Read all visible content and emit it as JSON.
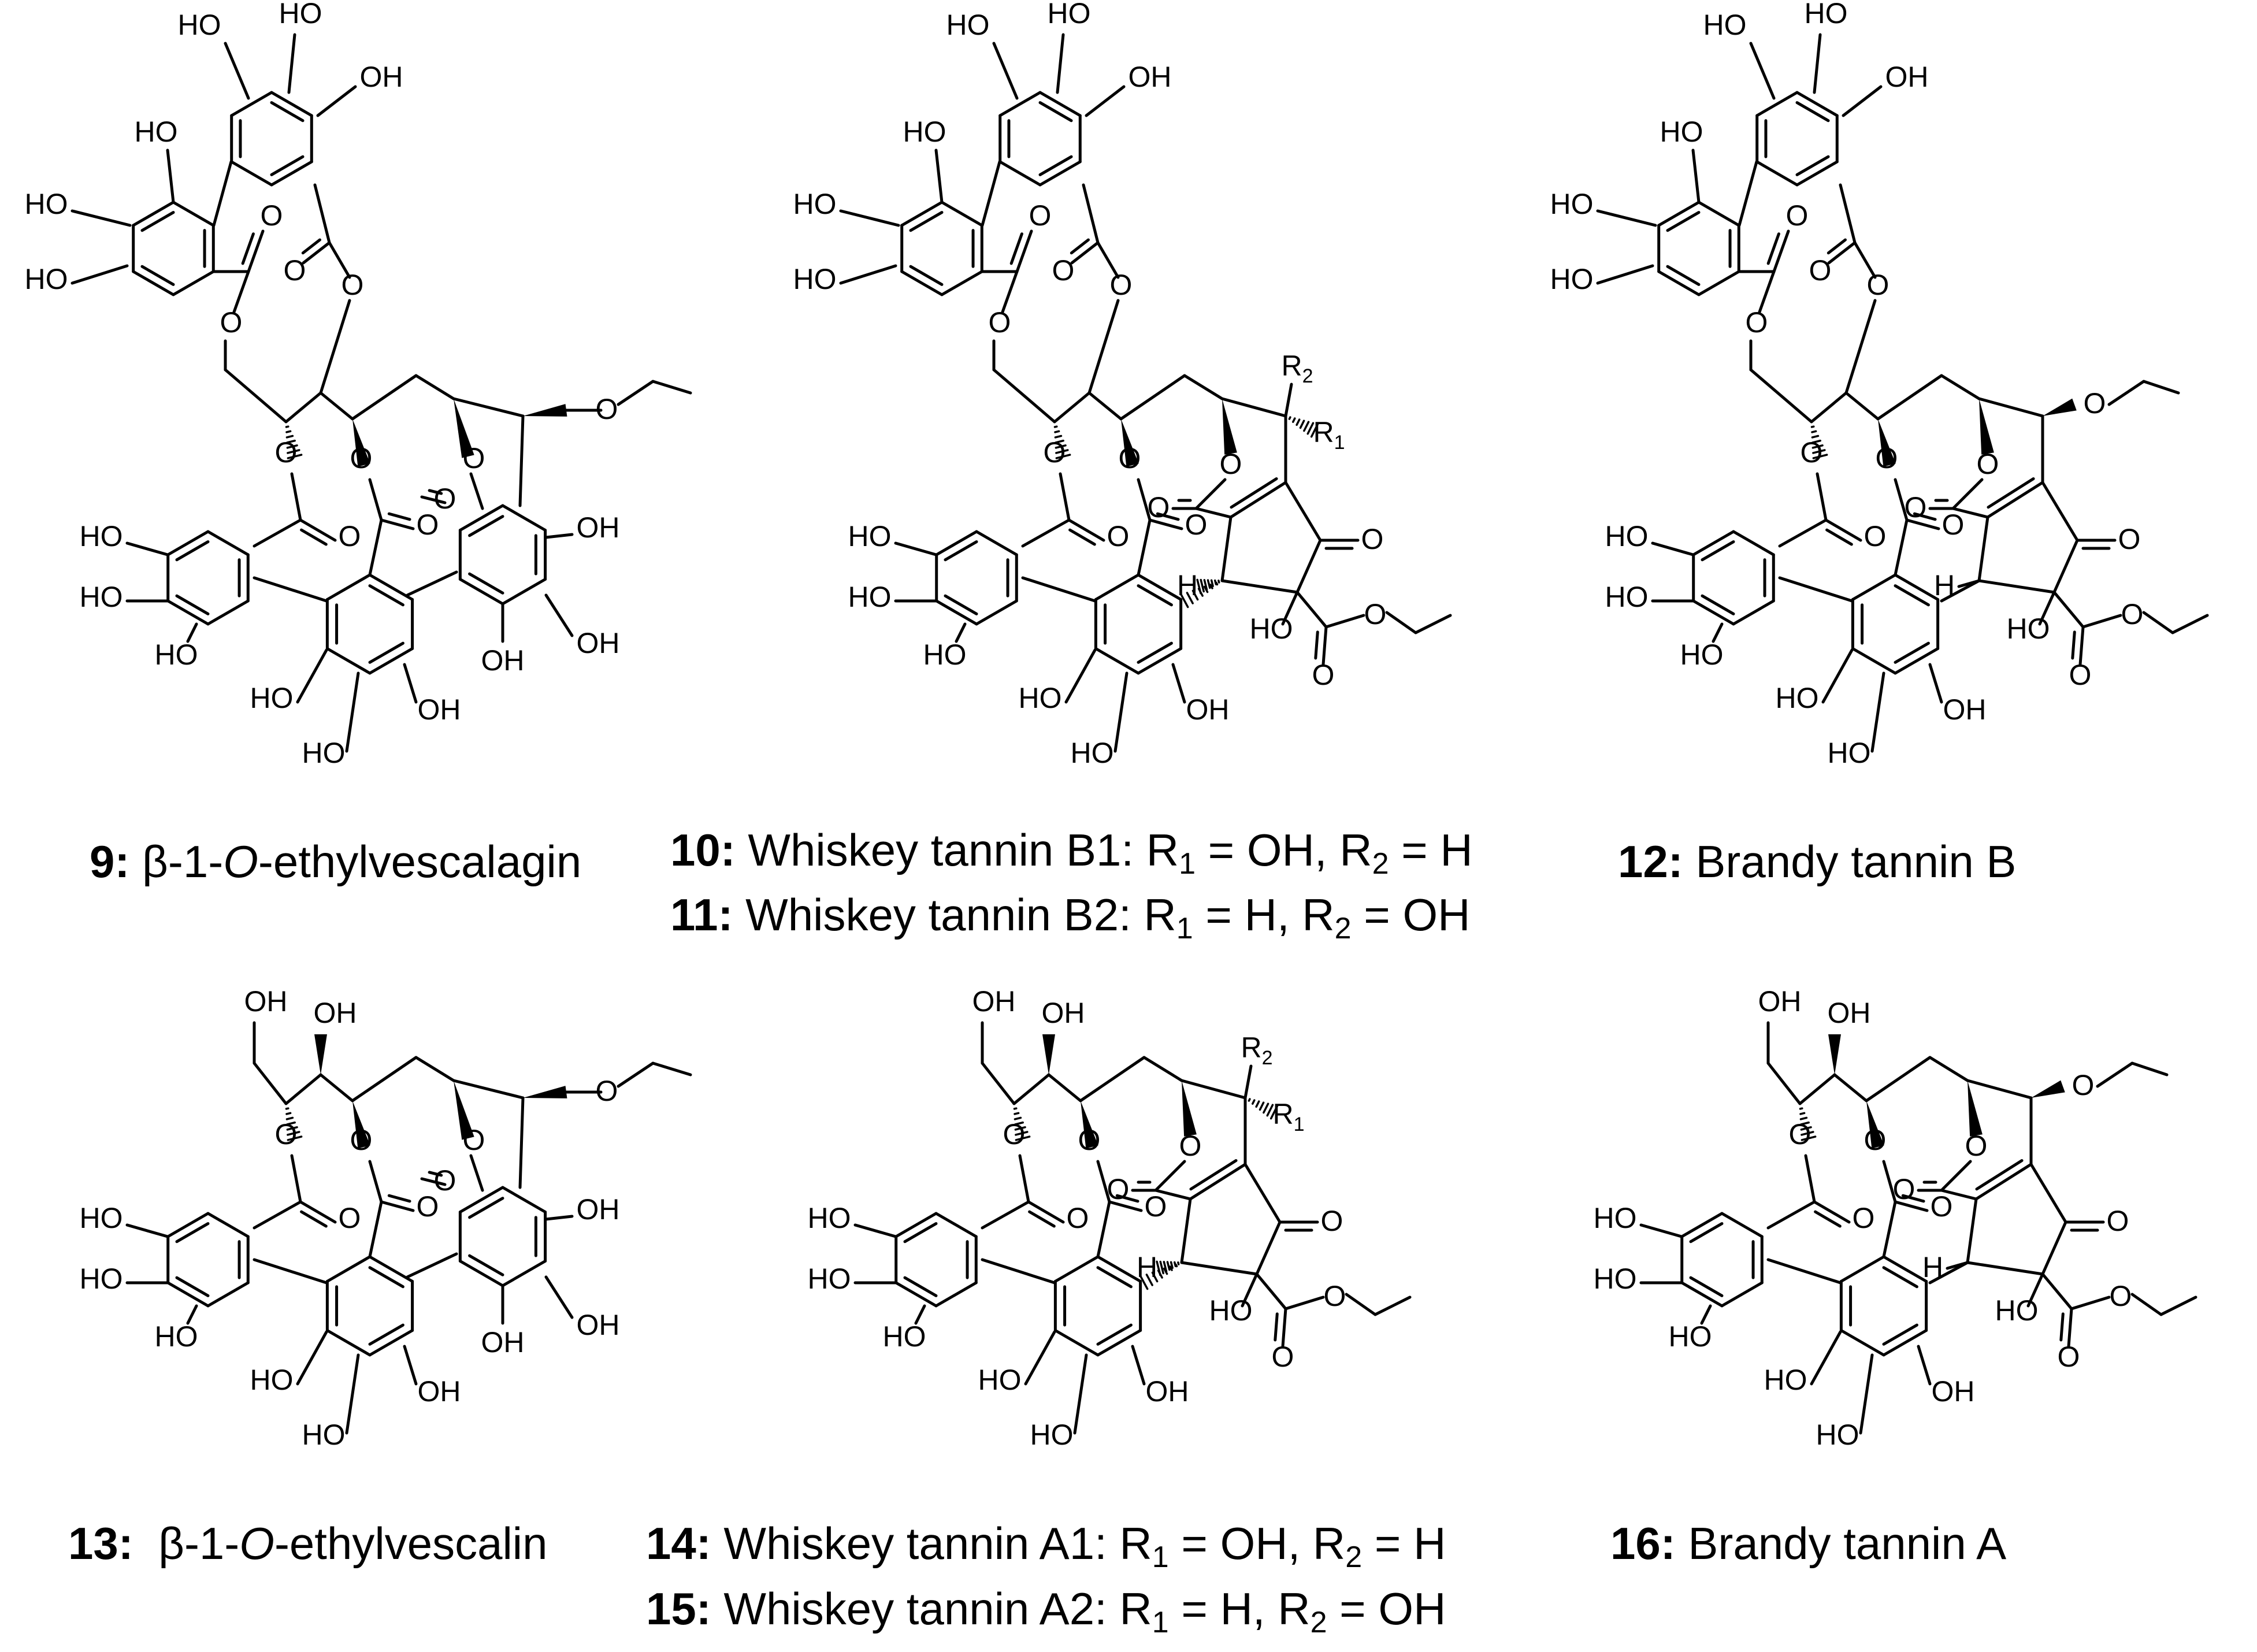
{
  "compounds": [
    {
      "id": "9",
      "num": "9:",
      "name_pre": "β-1-",
      "name_ital": "O",
      "name_post": "-ethylvescalagin"
    },
    {
      "id": "10",
      "num": "10:",
      "name": "Whiskey tannin B1",
      "r1": "OH",
      "r2": "H"
    },
    {
      "id": "11",
      "num": "11:",
      "name": "Whiskey tannin B2",
      "r1": "H",
      "r2": "OH"
    },
    {
      "id": "12",
      "num": "12:",
      "name": "Brandy tannin B"
    },
    {
      "id": "13",
      "num": "13:",
      "name_pre": "β-1-",
      "name_ital": "O",
      "name_post": "-ethylvescalin"
    },
    {
      "id": "14",
      "num": "14:",
      "name": "Whiskey tannin A1",
      "r1": "OH",
      "r2": "H"
    },
    {
      "id": "15",
      "num": "15:",
      "name": "Whiskey tannin A2",
      "r1": "H",
      "r2": "OH"
    },
    {
      "id": "16",
      "num": "16:",
      "name": "Brandy tannin A"
    }
  ],
  "labels": {
    "ho": "HO",
    "oh": "OH",
    "o": "O",
    "h": "H",
    "r": "R",
    "one": "1",
    "two": "2",
    "sub_r1": "1",
    "sub_r2": "2",
    "eq_r1": " = ",
    "comma": ", R",
    "colon": ": R"
  }
}
